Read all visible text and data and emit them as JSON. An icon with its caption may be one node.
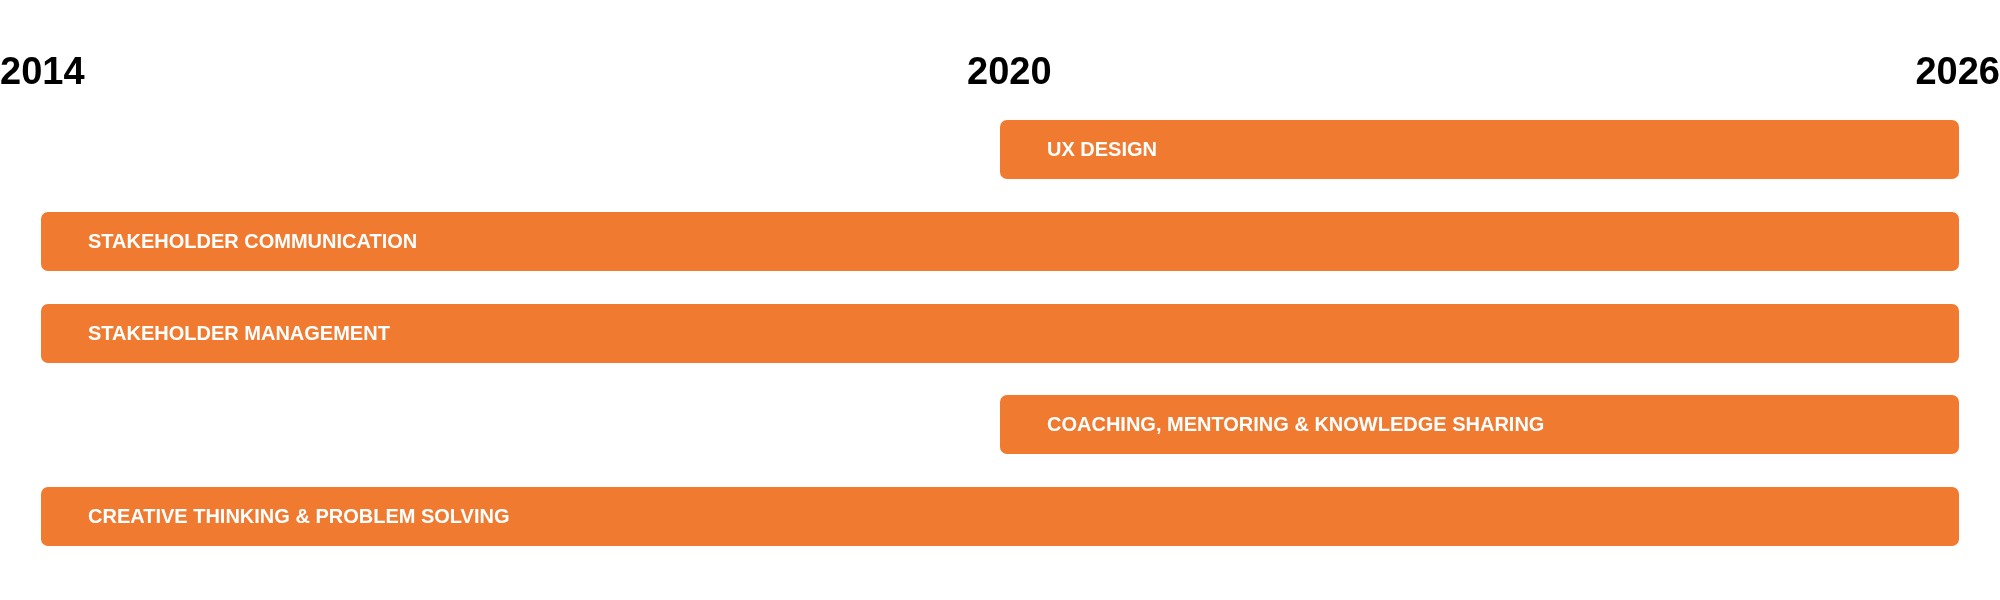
{
  "diagram": {
    "nodes": [
      {
        "text": [
          "UX DESIGN"
        ]
      },
      {
        "text": [
          "STAKEHOLDER COMMUNICATION"
        ]
      },
      {
        "text": [
          "STAKEHOLDER MANAGEMENT"
        ]
      },
      {
        "text": [
          "COACHING, MENTORING & KNOWLEDGE SHARING"
        ]
      },
      {
        "text": [
          "CREATIVE THINKING & PROBLEM SOLVING"
        ]
      }
    ],
    "labels": [
      "2014",
      "2020",
      "2026"
    ]
  }
}
